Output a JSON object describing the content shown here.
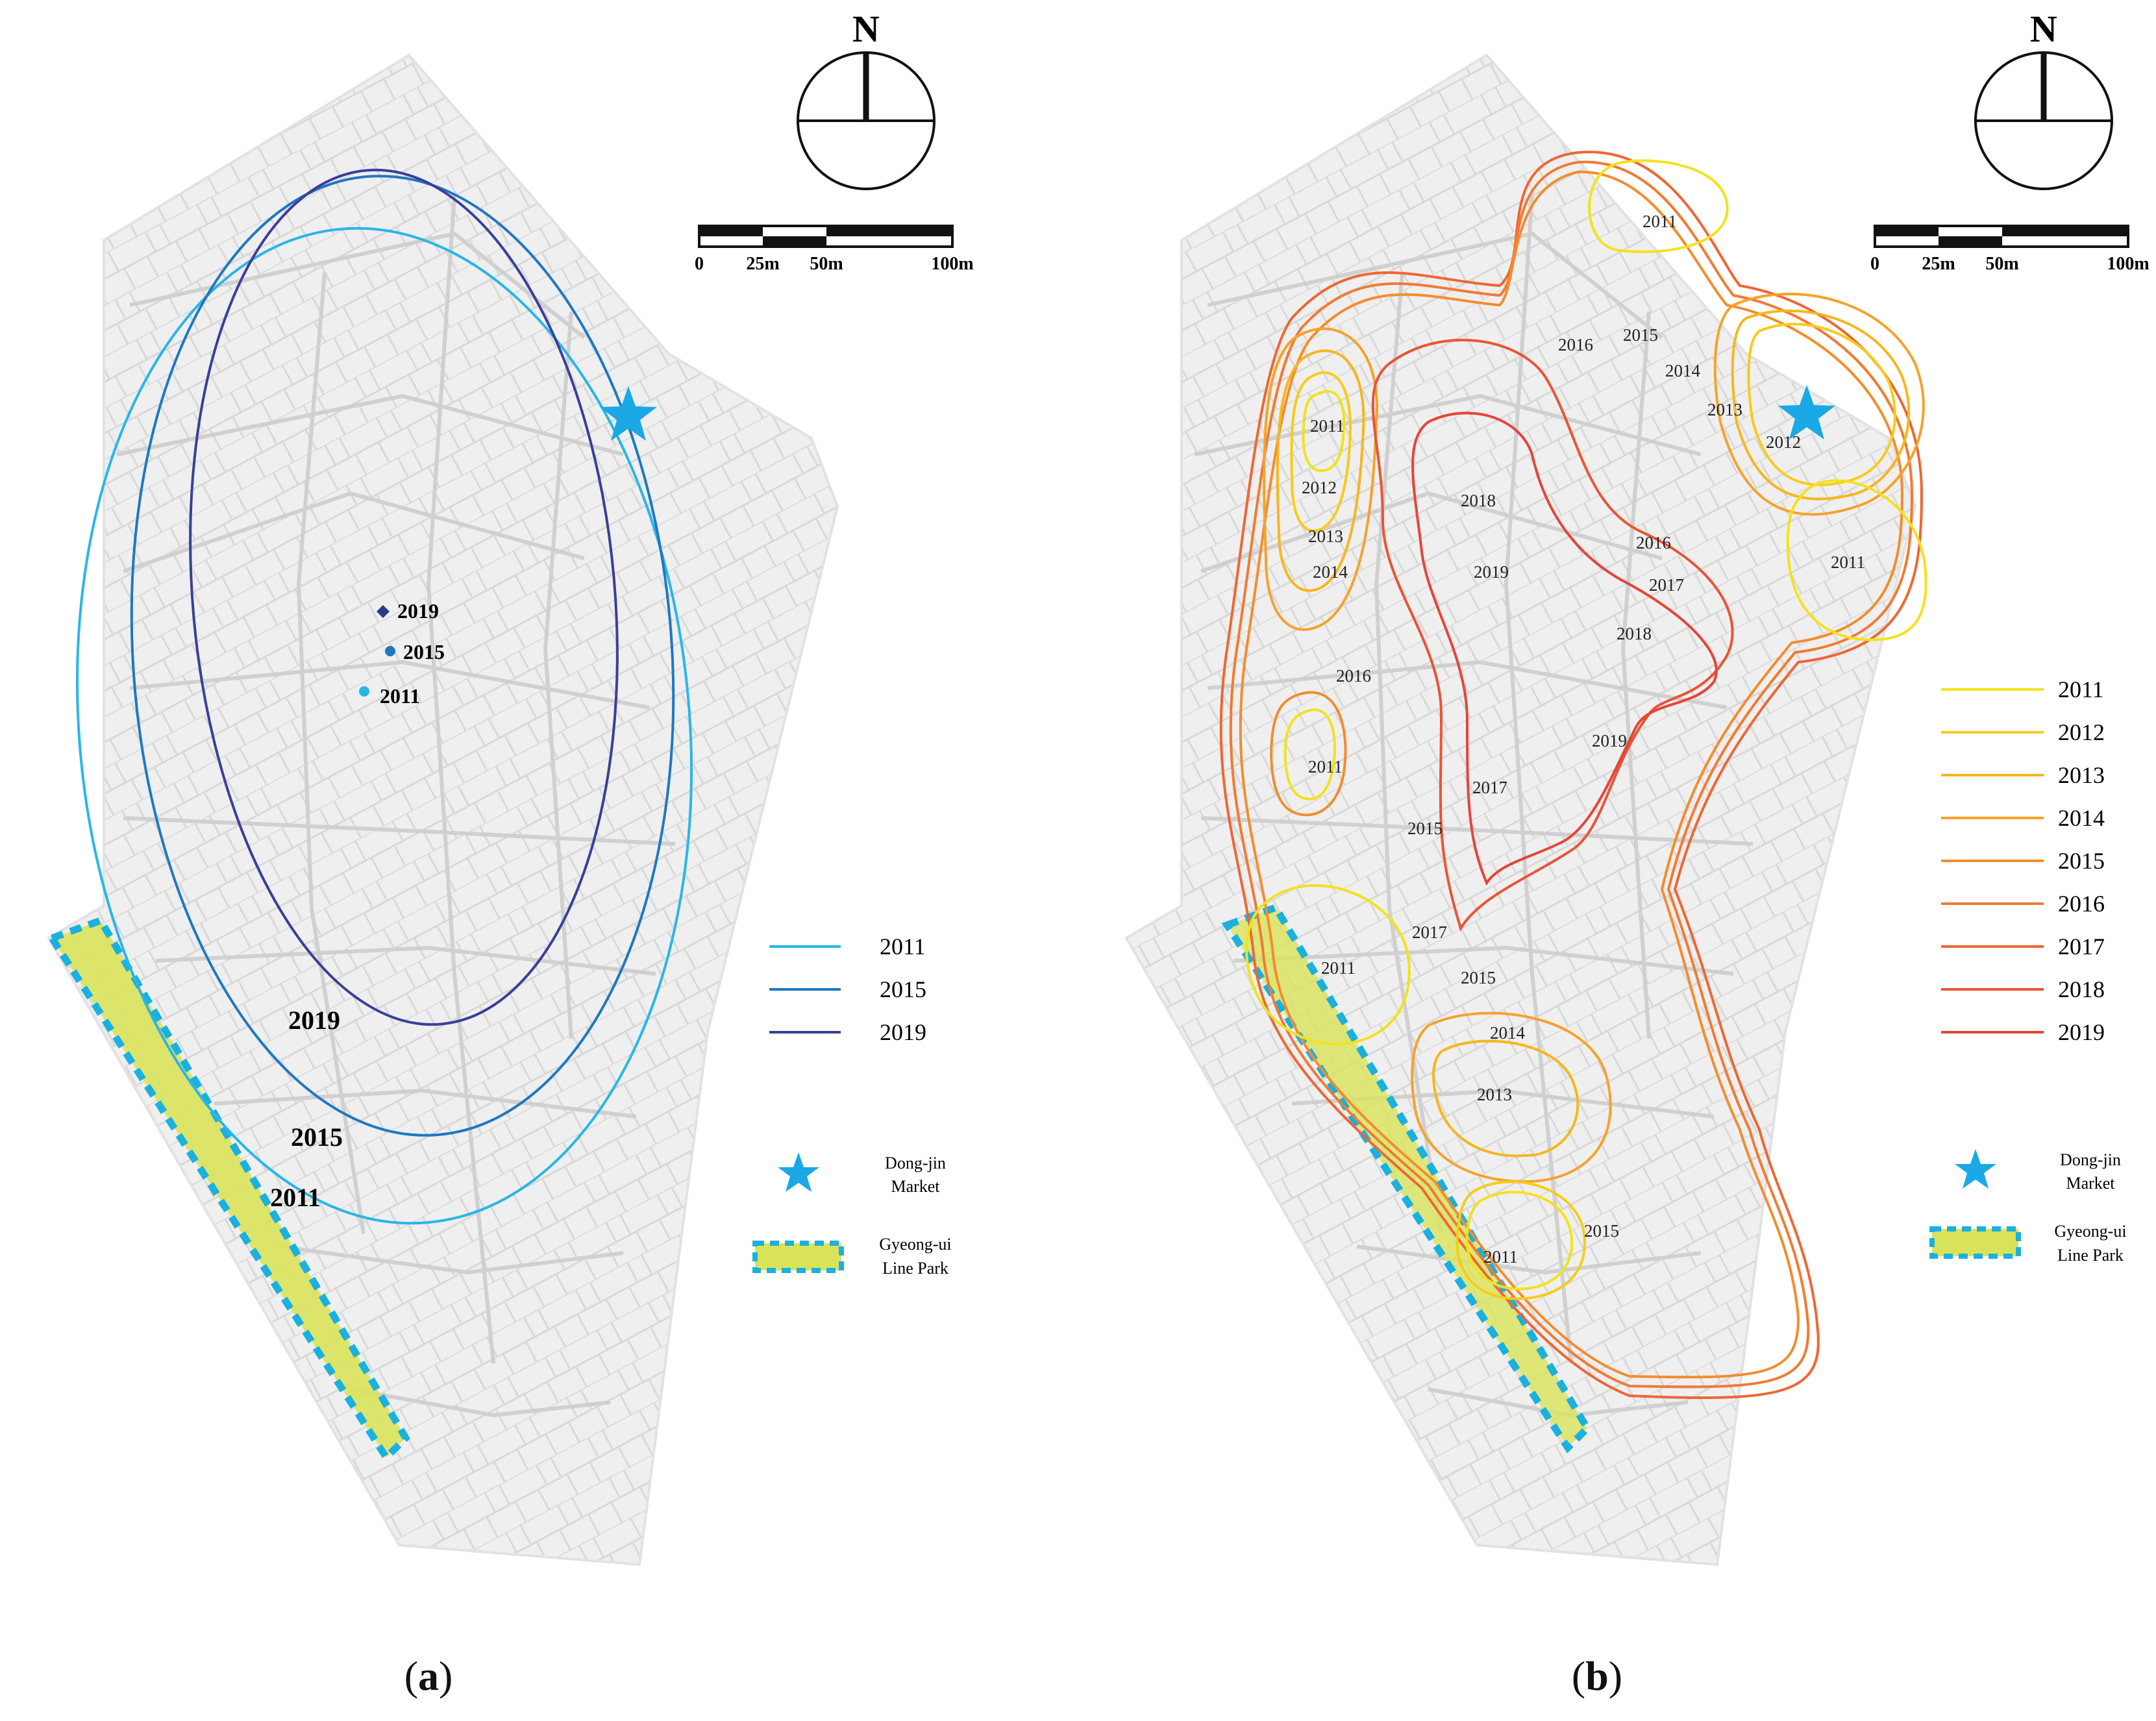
{
  "compass": {
    "north_label": "N"
  },
  "scalebar": {
    "labels": [
      "0",
      "25m",
      "50m",
      "100m"
    ]
  },
  "panel_a": {
    "caption_letter": "a",
    "centroids": [
      {
        "year": "2019",
        "color": "#2b3a8f"
      },
      {
        "year": "2015",
        "color": "#1f78c1"
      },
      {
        "year": "2011",
        "color": "#29b6e8"
      }
    ],
    "ellipse_labels": [
      "2019",
      "2015",
      "2011"
    ],
    "legend": [
      {
        "label": "2011",
        "color": "#29b6e8"
      },
      {
        "label": "2015",
        "color": "#1f78c1"
      },
      {
        "label": "2019",
        "color": "#3a3f9a"
      }
    ],
    "market_label": "Dong-jin\nMarket",
    "park_label": "Gyeong-ui\nLine Park"
  },
  "panel_b": {
    "caption_letter": "b",
    "contour_labels": [
      "2011",
      "2016",
      "2015",
      "2014",
      "2013",
      "2012",
      "2011",
      "2012",
      "2013",
      "2014",
      "2018",
      "2019",
      "2016",
      "2017",
      "2018",
      "2011",
      "2016",
      "2019",
      "2011",
      "2017",
      "2015",
      "2017",
      "2011",
      "2015",
      "2014",
      "2013",
      "2011",
      "2015"
    ],
    "legend": [
      {
        "label": "2011",
        "color": "#f2e21c"
      },
      {
        "label": "2012",
        "color": "#f7cc1a"
      },
      {
        "label": "2013",
        "color": "#f7b61d"
      },
      {
        "label": "2014",
        "color": "#f6a22a"
      },
      {
        "label": "2015",
        "color": "#f48c2e"
      },
      {
        "label": "2016",
        "color": "#f27a32"
      },
      {
        "label": "2017",
        "color": "#ef6634"
      },
      {
        "label": "2018",
        "color": "#ea5435"
      },
      {
        "label": "2019",
        "color": "#e54538"
      }
    ],
    "market_label": "Dong-jin\nMarket",
    "park_label": "Gyeong-ui\nLine Park"
  },
  "colors": {
    "map_fill": "#eeeeee",
    "street_line": "#d4d4d4",
    "park_fill": "#d9e35a",
    "park_border": "#1ab0e0",
    "star": "#1aa8e6"
  }
}
